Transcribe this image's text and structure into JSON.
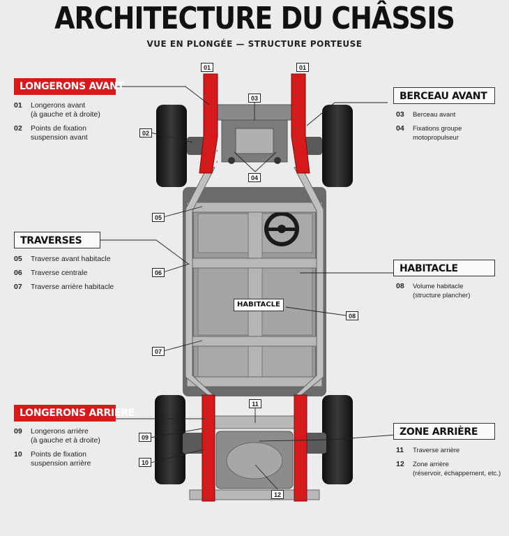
{
  "header": {
    "title": "ARCHITECTURE DU CHÂSSIS",
    "subtitle": "VUE EN PLONGÉE — STRUCTURE PORTEUSE"
  },
  "sections": {
    "longerons_avant": {
      "title": "LONGERONS AVANT",
      "items": [
        {
          "num": "01",
          "text": "Longerons avant\n(à gauche et à droite)"
        },
        {
          "num": "02",
          "text": "Points de fixation\nsuspension avant"
        }
      ]
    },
    "traverses": {
      "title": "TRAVERSES",
      "items": [
        {
          "num": "05",
          "text": "Traverse avant habitacle"
        },
        {
          "num": "06",
          "text": "Traverse centrale"
        },
        {
          "num": "07",
          "text": "Traverse arrière habitacle"
        }
      ]
    },
    "longerons_arriere": {
      "title": "LONGERONS ARRIÈRE",
      "items": [
        {
          "num": "09",
          "text": "Longerons arrière\n(à gauche et à droite)"
        },
        {
          "num": "10",
          "text": "Points de fixation\nsuspension arrière"
        }
      ]
    },
    "berceau_avant": {
      "title": "BERCEAU AVANT",
      "items": [
        {
          "num": "03",
          "text": "Berceau avant"
        },
        {
          "num": "04",
          "text": "Fixations groupe motopropulseur"
        }
      ]
    },
    "habitacle": {
      "title": "HABITACLE",
      "items": [
        {
          "num": "08",
          "text": "Volume habitacle\n(structure plancher)"
        }
      ]
    },
    "zone_arriere": {
      "title": "ZONE ARRIÈRE",
      "items": [
        {
          "num": "11",
          "text": "Traverse arrière"
        },
        {
          "num": "12",
          "text": "Zone arrière\n(réservoir, échappement, etc.)"
        }
      ]
    }
  },
  "diagram": {
    "cabin_label": "HABITACLE",
    "callouts": [
      "01",
      "01",
      "02",
      "03",
      "04",
      "05",
      "06",
      "07",
      "08",
      "09",
      "10",
      "11",
      "12"
    ],
    "colors": {
      "frame_red": "#d8191c",
      "frame_grey": "#9a9a9a",
      "floor": "#8d8d8d",
      "tire": "#1c1c1c",
      "background": "#ececec"
    }
  }
}
